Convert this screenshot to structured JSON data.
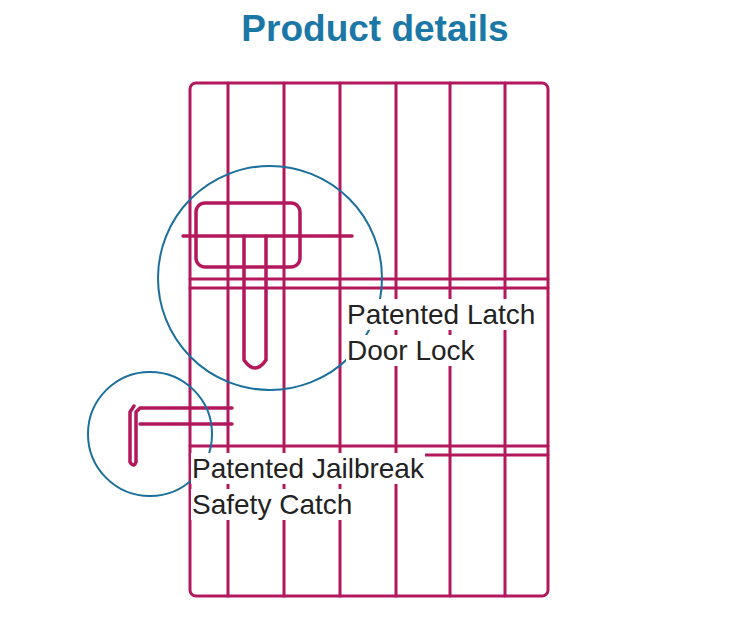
{
  "diagram": {
    "title": "Product details",
    "labels": [
      "Patented Latch Door Lock",
      "Patented Jailbreak Safety Catch"
    ]
  }
}
